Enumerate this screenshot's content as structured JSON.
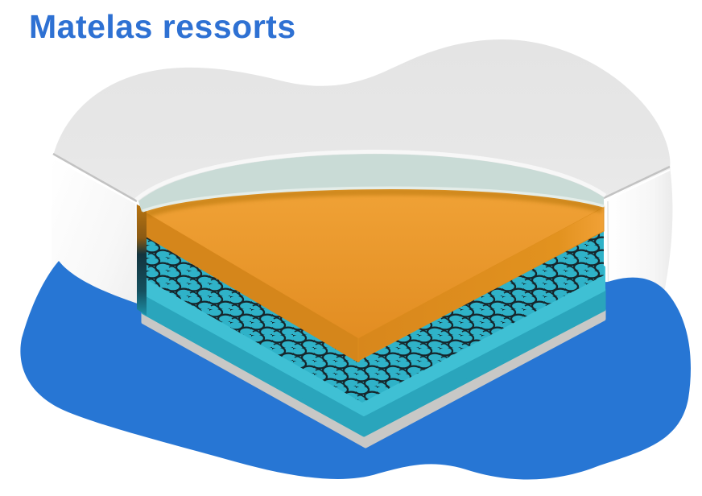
{
  "page": {
    "title": "Matelas ressorts"
  },
  "illustration": {
    "type": "mattress-cutaway-diagram",
    "floor_blob_color": "#2776d4",
    "layers": [
      {
        "name": "quilted-top-cover",
        "color": "#e6e6e6"
      },
      {
        "name": "side-panel",
        "color": "#fbfbfb"
      },
      {
        "name": "comfort-pad-mint",
        "color": "#c9dbd6"
      },
      {
        "name": "foam-layer-orange",
        "color": "#ea9a2e"
      },
      {
        "name": "pocket-springs",
        "coil_color": "#16262c",
        "background": "#2fb2c8"
      },
      {
        "name": "base-layer-teal",
        "color": "#3fc0d4"
      },
      {
        "name": "bottom-rim",
        "color": "#c8c8c6"
      }
    ]
  },
  "colors": {
    "title-blue": "#2e71d3",
    "blob-blue": "#2776d4",
    "top-gray": "#e6e6e6",
    "mint": "#c9dbd6",
    "orange": "#ea9a2e",
    "springs-bg": "#2fb2c8",
    "coil-black": "#16262c",
    "teal-top": "#3fc0d4",
    "teal-face": "#2aa5bc",
    "rim-gray": "#c8c8c6",
    "page-bg": "#ffffff"
  }
}
